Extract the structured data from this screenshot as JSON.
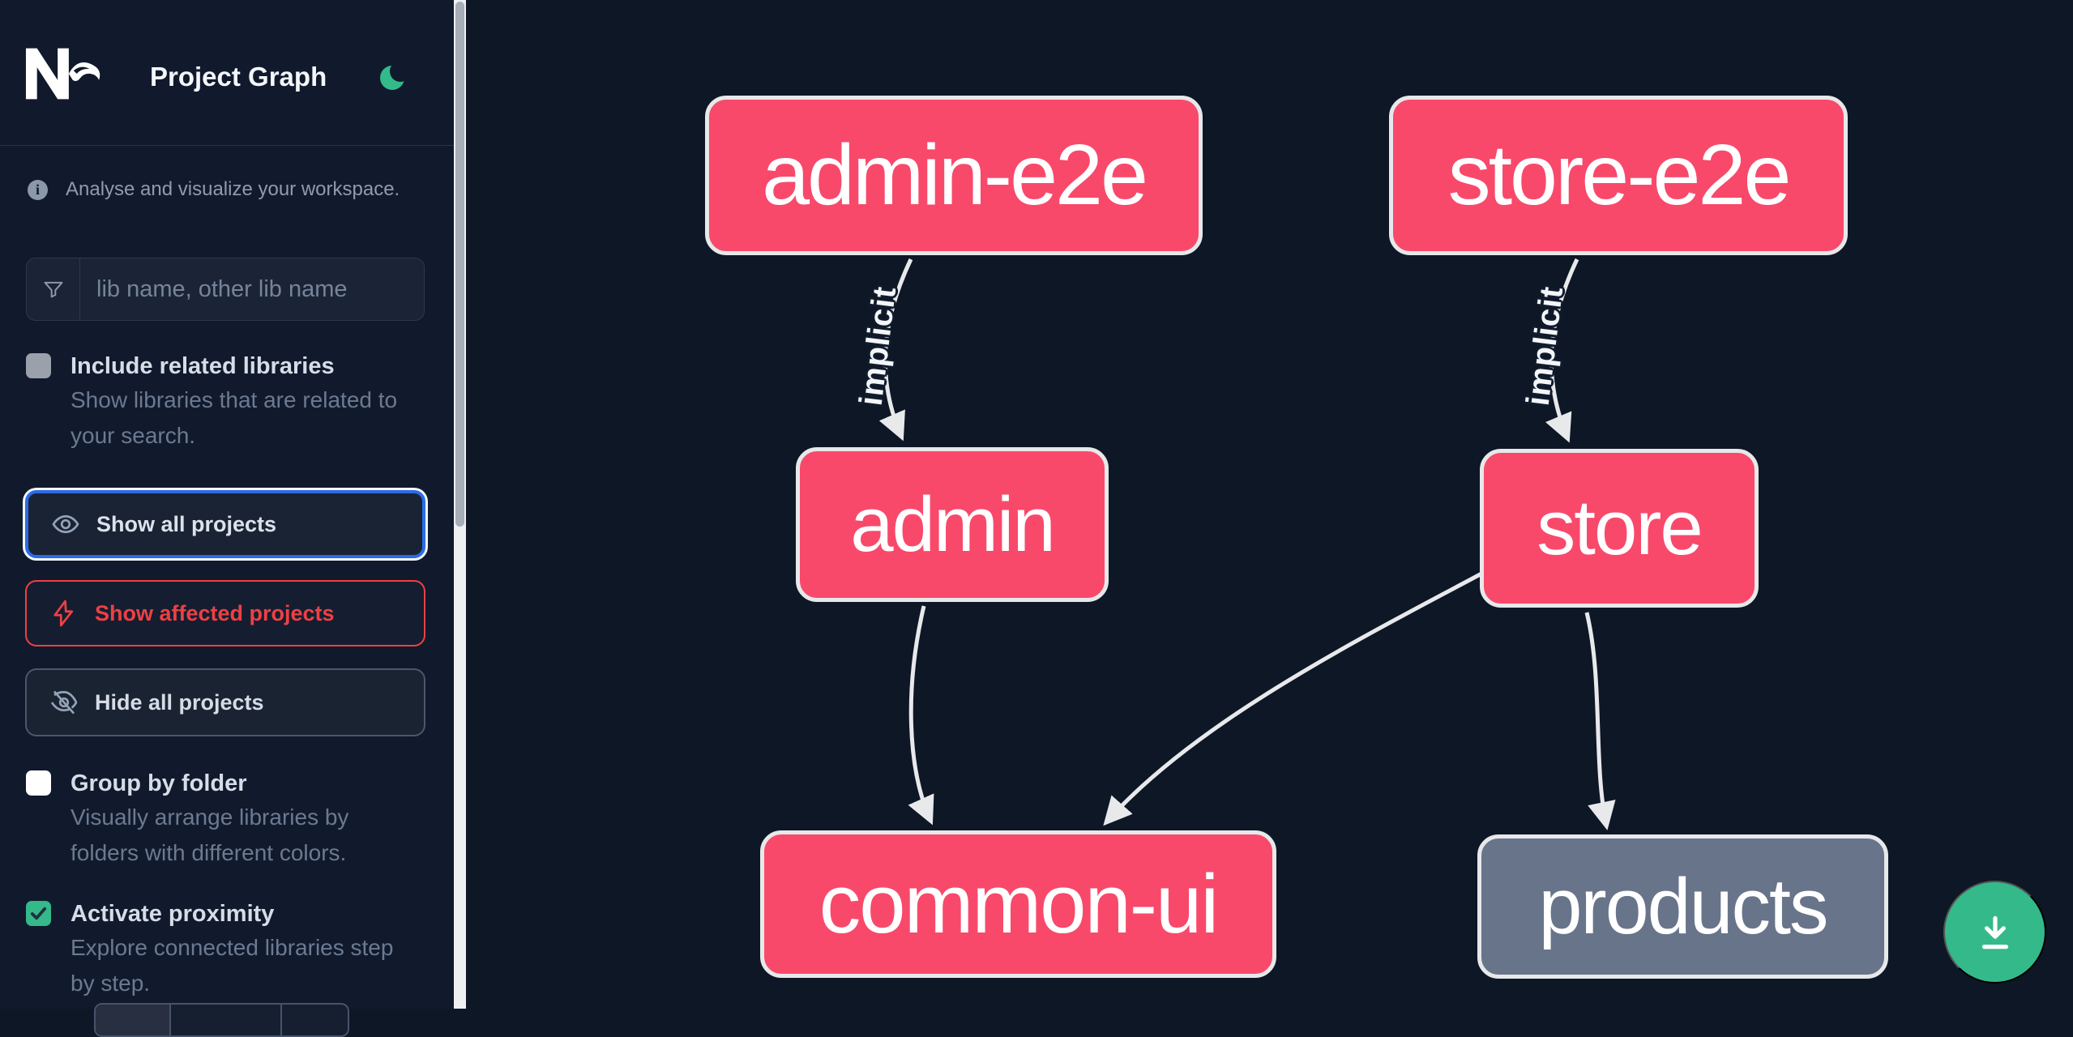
{
  "header": {
    "logo": "Nx",
    "title": "Project Graph",
    "theme_icon": "moon-icon"
  },
  "sidebar": {
    "tagline": "Analyse and visualize your workspace.",
    "search": {
      "placeholder": "lib name, other lib name",
      "icon": "filter-funnel-icon",
      "value": ""
    },
    "options": [
      {
        "label": "Include related libraries",
        "description": "Show libraries that are related to your search.",
        "checked": false,
        "enabled": false
      },
      {
        "label": "Group by folder",
        "description": "Visually arrange libraries by folders with different colors.",
        "checked": false,
        "enabled": true
      },
      {
        "label": "Activate proximity",
        "description": "Explore connected libraries step by step.",
        "checked": true,
        "enabled": true
      }
    ],
    "actions": [
      {
        "label": "Show all projects",
        "icon": "eye-icon",
        "state": "focused"
      },
      {
        "label": "Show affected projects",
        "icon": "lightning-icon",
        "state": "affected"
      },
      {
        "label": "Hide all projects",
        "icon": "eye-off-icon",
        "state": "default"
      }
    ]
  },
  "graph": {
    "nodes": [
      {
        "id": "admin-e2e",
        "label": "admin-e2e",
        "type": "affected"
      },
      {
        "id": "store-e2e",
        "label": "store-e2e",
        "type": "affected"
      },
      {
        "id": "admin",
        "label": "admin",
        "type": "affected"
      },
      {
        "id": "store",
        "label": "store",
        "type": "affected"
      },
      {
        "id": "common-ui",
        "label": "common-ui",
        "type": "affected"
      },
      {
        "id": "products",
        "label": "products",
        "type": "normal"
      }
    ],
    "edges": [
      {
        "from": "admin-e2e",
        "to": "admin",
        "label": "implicit"
      },
      {
        "from": "store-e2e",
        "to": "store",
        "label": "implicit"
      },
      {
        "from": "admin",
        "to": "common-ui",
        "label": ""
      },
      {
        "from": "store",
        "to": "common-ui",
        "label": ""
      },
      {
        "from": "store",
        "to": "products",
        "label": ""
      }
    ]
  },
  "fab": {
    "icon": "download-icon"
  },
  "colors": {
    "canvas_bg": "#0e1726",
    "sidebar_bg": "#111a2c",
    "node_affected": "#f8496b",
    "node_normal": "#68748a",
    "node_border": "#e7e8ea",
    "edge": "#e8e9eb",
    "focus_blue": "#2b6be8",
    "affected_red": "#ee4043",
    "accent_green": "#34b98a"
  }
}
